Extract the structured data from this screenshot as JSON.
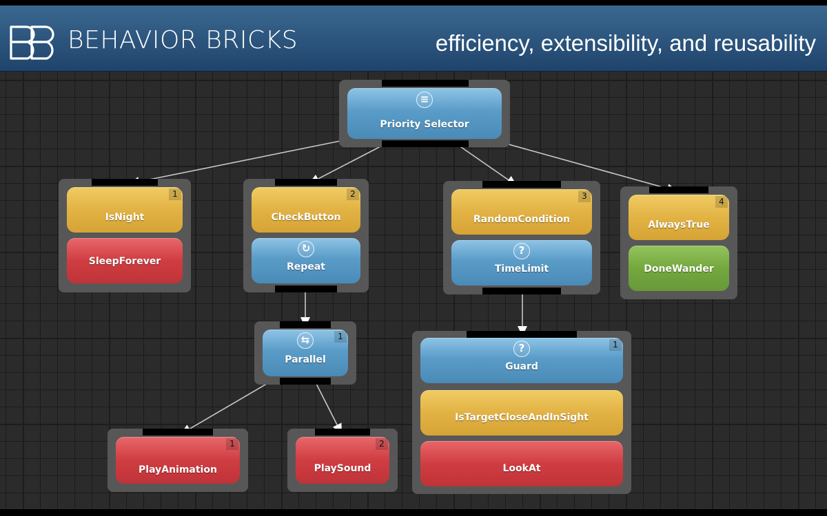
{
  "header": {
    "brand": "BEHAVIOR BRICKS",
    "tagline": "efficiency, extensibility, and reusability",
    "background": "#2c5580"
  },
  "colors": {
    "composite": "#5a9cc8",
    "condition": "#e2b244",
    "action": "#cf3d41",
    "success": "#74a83d",
    "group": "#575757",
    "canvas": "#2b2b2b"
  },
  "nodes": {
    "priority_selector": {
      "label": "Priority Selector",
      "icon": "priority-icon"
    },
    "is_night": {
      "label": "IsNight",
      "badge": "1"
    },
    "sleep_forever": {
      "label": "SleepForever"
    },
    "check_button": {
      "label": "CheckButton",
      "badge": "2"
    },
    "repeat": {
      "label": "Repeat",
      "icon": "repeat-icon"
    },
    "random_condition": {
      "label": "RandomCondition",
      "badge": "3"
    },
    "time_limit": {
      "label": "TimeLimit",
      "icon": "question-icon",
      "icon_glyph": "?"
    },
    "always_true": {
      "label": "AlwaysTrue",
      "badge": "4"
    },
    "done_wander": {
      "label": "DoneWander"
    },
    "parallel": {
      "label": "Parallel",
      "badge": "1",
      "icon": "parallel-icon"
    },
    "guard": {
      "label": "Guard",
      "badge": "1",
      "icon": "question-icon",
      "icon_glyph": "?"
    },
    "is_target_close": {
      "label": "IsTargetCloseAndInSight"
    },
    "look_at": {
      "label": "LookAt"
    },
    "play_animation": {
      "label": "PlayAnimation",
      "badge": "1"
    },
    "play_sound": {
      "label": "PlaySound",
      "badge": "2"
    }
  },
  "edges": [
    {
      "from": "priority_selector",
      "to": "is_night"
    },
    {
      "from": "priority_selector",
      "to": "check_button"
    },
    {
      "from": "priority_selector",
      "to": "random_condition"
    },
    {
      "from": "priority_selector",
      "to": "always_true"
    },
    {
      "from": "repeat",
      "to": "parallel"
    },
    {
      "from": "time_limit",
      "to": "guard"
    },
    {
      "from": "parallel",
      "to": "play_animation"
    },
    {
      "from": "parallel",
      "to": "play_sound"
    }
  ]
}
